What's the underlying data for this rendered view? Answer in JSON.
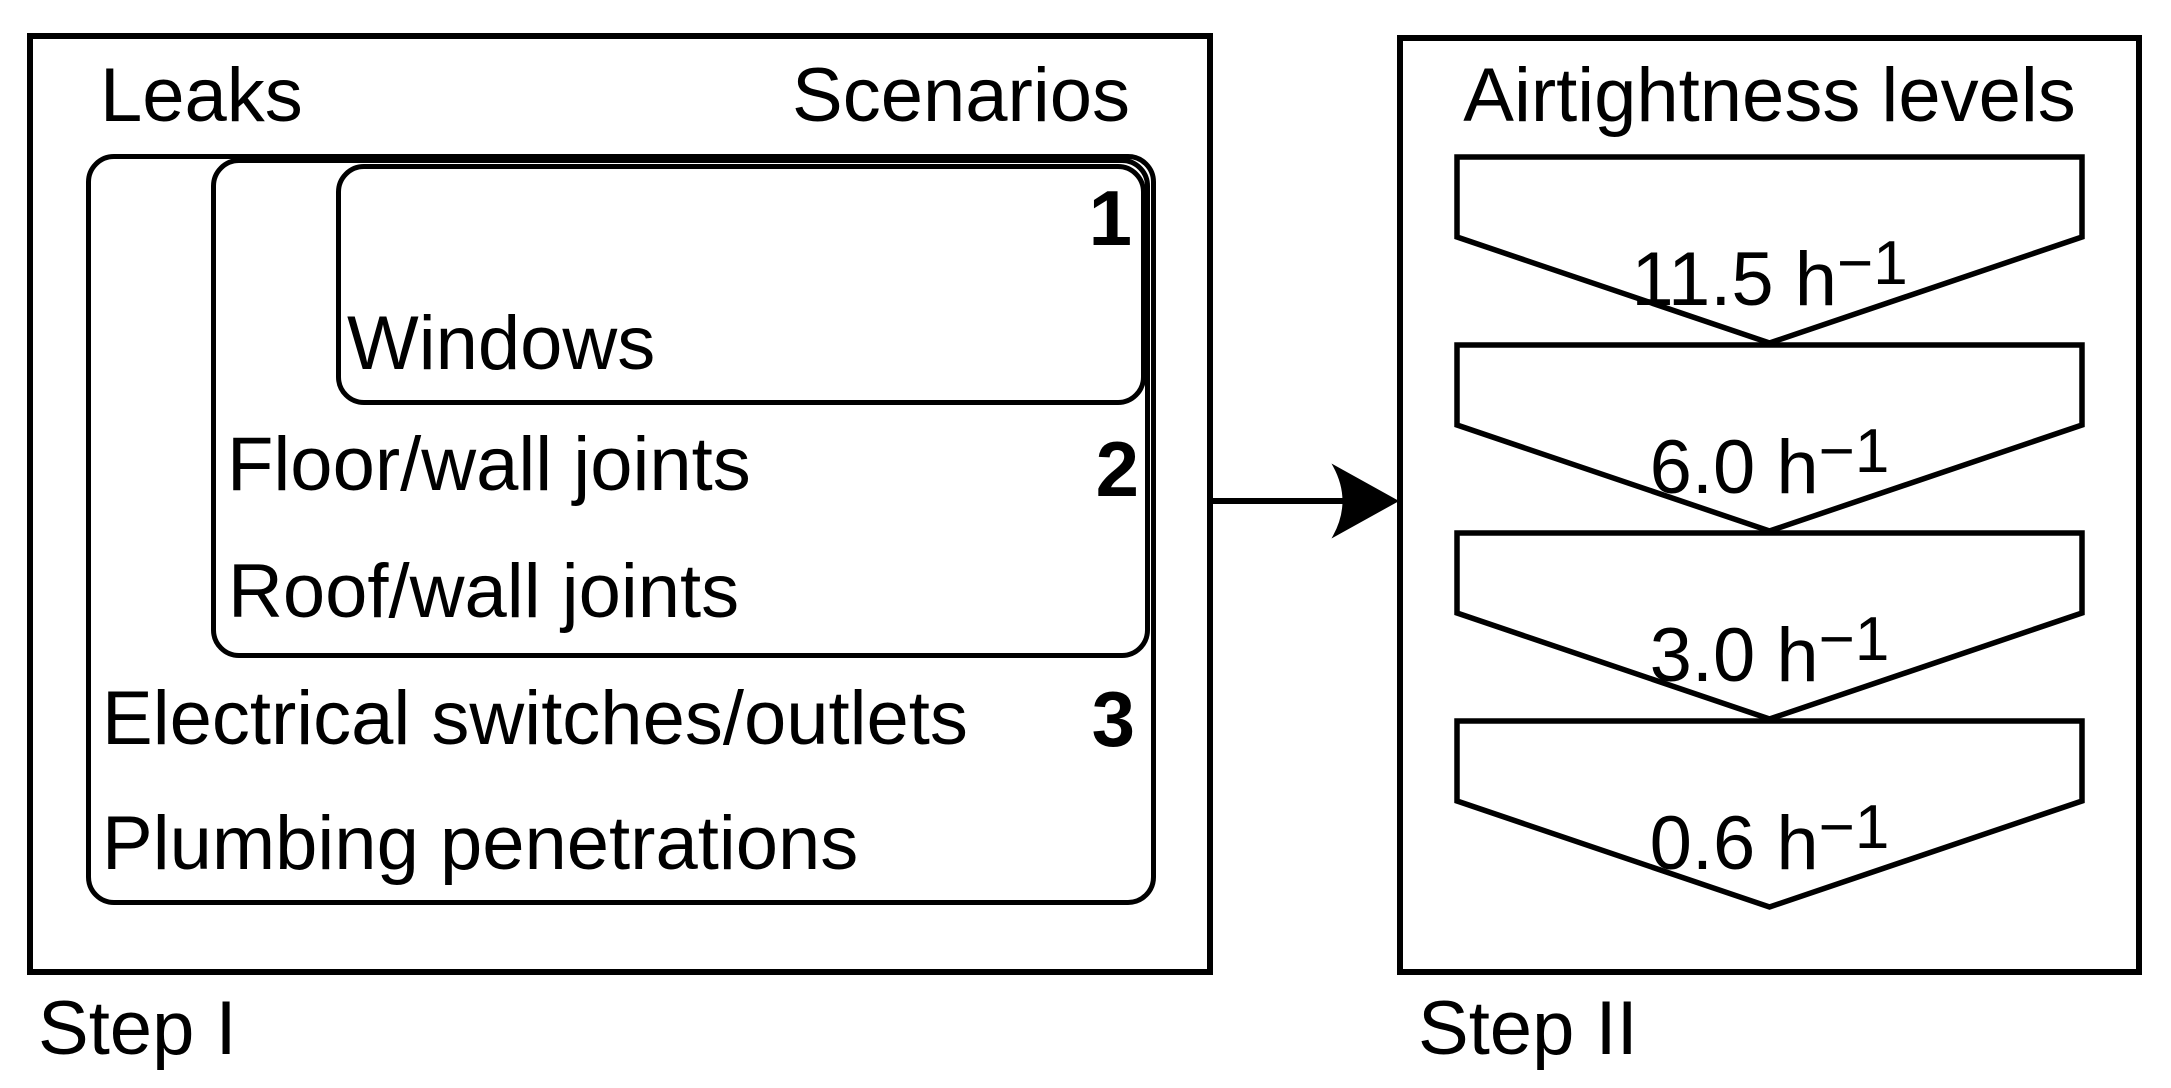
{
  "step1": {
    "caption": "Step I",
    "headers": {
      "leaks": "Leaks",
      "scenarios": "Scenarios"
    },
    "scenario_numbers": {
      "s1": "1",
      "s2": "2",
      "s3": "3"
    },
    "leaks": [
      "Windows",
      "Floor/wall joints",
      "Roof/wall joints",
      "Electrical switches/outlets",
      "Plumbing penetrations"
    ]
  },
  "step2": {
    "caption": "Step II",
    "header": "Airtightness levels",
    "levels": [
      {
        "value": "11.5 h",
        "exponent": "−1"
      },
      {
        "value": "6.0 h",
        "exponent": "−1"
      },
      {
        "value": "3.0 h",
        "exponent": "−1"
      },
      {
        "value": "0.6 h",
        "exponent": "−1"
      }
    ]
  },
  "icons": {
    "arrow": "right-arrow"
  },
  "colors": {
    "line": "#000000",
    "background": "#ffffff"
  }
}
